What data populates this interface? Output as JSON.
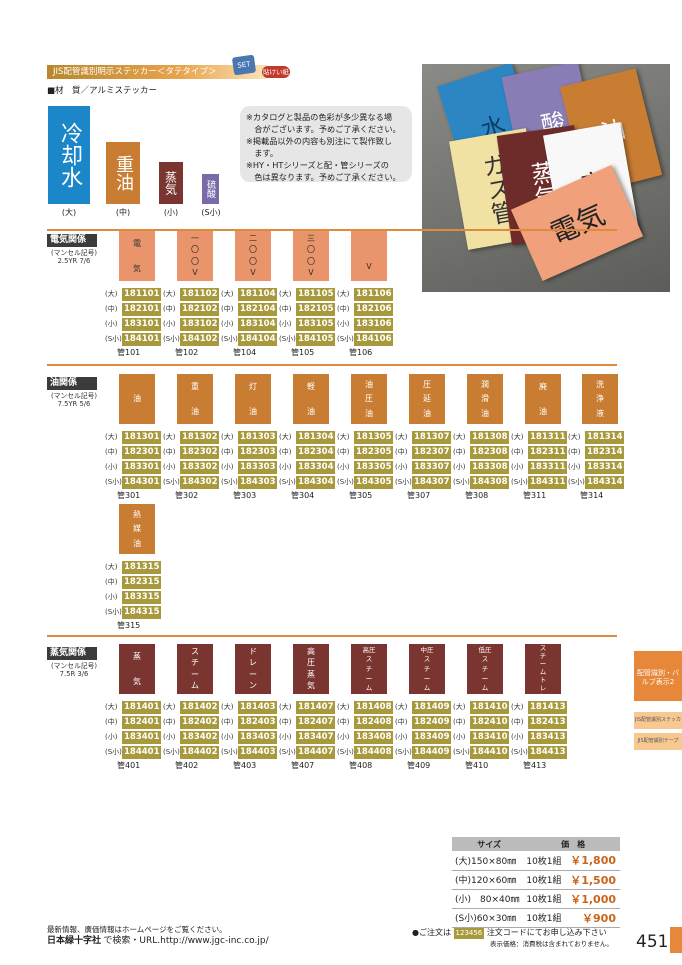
{
  "header": {
    "title": "JIS配管識別明示ステッカー＜タテタイプ＞",
    "set_badge": "SET",
    "tag_badge": "貼けい紙",
    "material": "■材　質／アルミステッカー"
  },
  "notes": [
    "※カタログと製品の色彩が多少異なる場",
    "　合がございます。予めご了承ください。",
    "※掲載品以外の内容も別注にて製作致し",
    "　ます。",
    "※HY・HTシリーズと配・管シリーズの",
    "　色は異なります。予めご了承ください。"
  ],
  "photo_plates": [
    "水",
    "酸",
    "油",
    "ガス管",
    "蒸気",
    "空",
    "電気"
  ],
  "samples": [
    {
      "text": "冷却水",
      "size": "(大)",
      "color": "#1b86c8"
    },
    {
      "text": "重油",
      "size": "(中)",
      "color": "#c97d32"
    },
    {
      "text": "蒸気",
      "size": "(小)",
      "color": "#7a3530"
    },
    {
      "text": "硫酸",
      "size": "(S小)",
      "color": "#7b6aa8"
    }
  ],
  "sections": [
    {
      "name": "電気関係",
      "munsell": [
        "(マンセル記号)",
        "2.5YR  7/6"
      ],
      "color": "#e9946a",
      "text_color": "#333",
      "items": [
        {
          "chars": [
            "電",
            "",
            "気"
          ],
          "codes": [
            "181101",
            "182101",
            "183101",
            "184101"
          ],
          "label": "管101"
        },
        {
          "chars": [
            "一",
            "〇",
            "〇",
            "V"
          ],
          "codes": [
            "181102",
            "182102",
            "183102",
            "184102"
          ],
          "label": "管102"
        },
        {
          "chars": [
            "二",
            "〇",
            "〇",
            "V"
          ],
          "codes": [
            "181104",
            "182104",
            "183104",
            "184104"
          ],
          "label": "管104"
        },
        {
          "chars": [
            "三",
            "〇",
            "〇",
            "V"
          ],
          "codes": [
            "181105",
            "182105",
            "183105",
            "184105"
          ],
          "label": "管105"
        },
        {
          "chars": [
            "",
            "",
            "V"
          ],
          "codes": [
            "181106",
            "182106",
            "183106",
            "184106"
          ],
          "label": "管106"
        }
      ]
    },
    {
      "name": "油関係",
      "munsell": [
        "(マンセル記号)",
        "7.5YR  5/6"
      ],
      "color": "#c97d32",
      "text_color": "#fff",
      "items": [
        {
          "chars": [
            "油"
          ],
          "codes": [
            "181301",
            "182301",
            "183301",
            "184301"
          ],
          "label": "管301"
        },
        {
          "chars": [
            "重",
            "",
            "油"
          ],
          "codes": [
            "181302",
            "182302",
            "183302",
            "184302"
          ],
          "label": "管302"
        },
        {
          "chars": [
            "灯",
            "",
            "油"
          ],
          "codes": [
            "181303",
            "182303",
            "183303",
            "184303"
          ],
          "label": "管303"
        },
        {
          "chars": [
            "軽",
            "",
            "油"
          ],
          "codes": [
            "181304",
            "182304",
            "183304",
            "184304"
          ],
          "label": "管304"
        },
        {
          "chars": [
            "油",
            "圧",
            "油"
          ],
          "codes": [
            "181305",
            "182305",
            "183305",
            "184305"
          ],
          "label": "管305"
        },
        {
          "chars": [
            "圧",
            "延",
            "油"
          ],
          "codes": [
            "181307",
            "182307",
            "183307",
            "184307"
          ],
          "label": "管307"
        },
        {
          "chars": [
            "潤",
            "滑",
            "油"
          ],
          "codes": [
            "181308",
            "182308",
            "183308",
            "184308"
          ],
          "label": "管308"
        },
        {
          "chars": [
            "廃",
            "",
            "油"
          ],
          "codes": [
            "181311",
            "182311",
            "183311",
            "184311"
          ],
          "label": "管311"
        },
        {
          "chars": [
            "洗",
            "浄",
            "液"
          ],
          "codes": [
            "181314",
            "182314",
            "183314",
            "184314"
          ],
          "label": "管314"
        },
        {
          "chars": [
            "熱",
            "媒",
            "油"
          ],
          "codes": [
            "181315",
            "182315",
            "183315",
            "184315"
          ],
          "label": "管315"
        }
      ]
    },
    {
      "name": "蒸気関係",
      "munsell": [
        "(マンセル記号)",
        "7.5R  3/6"
      ],
      "color": "#7a3530",
      "text_color": "#fff",
      "items": [
        {
          "chars": [
            "蒸",
            "",
            "気"
          ],
          "codes": [
            "181401",
            "182401",
            "183401",
            "184401"
          ],
          "label": "管401"
        },
        {
          "chars": [
            "ス",
            "チ",
            "ー",
            "ム"
          ],
          "codes": [
            "181402",
            "182402",
            "183402",
            "184402"
          ],
          "label": "管402"
        },
        {
          "chars": [
            "ド",
            "レ",
            "ー",
            "ン"
          ],
          "codes": [
            "181403",
            "182403",
            "183403",
            "184403"
          ],
          "label": "管403"
        },
        {
          "chars": [
            "高",
            "圧",
            "蒸",
            "気"
          ],
          "codes": [
            "181407",
            "182407",
            "183407",
            "184407"
          ],
          "label": "管407"
        },
        {
          "chars": [
            "高圧",
            "ス",
            "チ",
            "ー",
            "ム"
          ],
          "codes": [
            "181408",
            "182408",
            "183408",
            "184408"
          ],
          "label": "管408"
        },
        {
          "chars": [
            "中圧",
            "ス",
            "チ",
            "ー",
            "ム"
          ],
          "codes": [
            "181409",
            "182409",
            "183409",
            "184409"
          ],
          "label": "管409"
        },
        {
          "chars": [
            "低圧",
            "ス",
            "チ",
            "ー",
            "ム"
          ],
          "codes": [
            "181410",
            "182410",
            "183410",
            "184410"
          ],
          "label": "管410"
        },
        {
          "chars": [
            "ス",
            "チ",
            "ー",
            "ム",
            "ト",
            "レ",
            "ン"
          ],
          "codes": [
            "181413",
            "182413",
            "183413",
            "184413"
          ],
          "label": "管413"
        }
      ]
    }
  ],
  "size_prefixes": [
    "(大)",
    "(中)",
    "(小)",
    "(S小)"
  ],
  "side_tabs": [
    "配管識別・バルブ表示2",
    "JIS配管識別ステッカー",
    "JIS配管識別テープ"
  ],
  "price_table": {
    "headers": [
      "サイズ",
      "価　格"
    ],
    "rows": [
      {
        "size": "(大)150×80㎜",
        "qty": "10枚1組",
        "price": "￥1,800"
      },
      {
        "size": "(中)120×60㎜",
        "qty": "10枚1組",
        "price": "￥1,500"
      },
      {
        "size": "(小)　80×40㎜",
        "qty": "10枚1組",
        "price": "￥1,000"
      },
      {
        "size": "(S小)60×30㎜",
        "qty": "10枚1組",
        "price": "￥900"
      }
    ]
  },
  "footer": {
    "left1": "最新情報、廣価情報はホームページをご覧ください。",
    "left2": "日本緑十字社",
    "left3": "で検索・URL.http://www.jgc-inc.co.jp/",
    "order1": "●ご注文は",
    "order_code": "123456",
    "order2": "注文コードにてお申し込み下さい",
    "order3": "表示価格：消費税は含まれておりません。",
    "page": "451"
  }
}
